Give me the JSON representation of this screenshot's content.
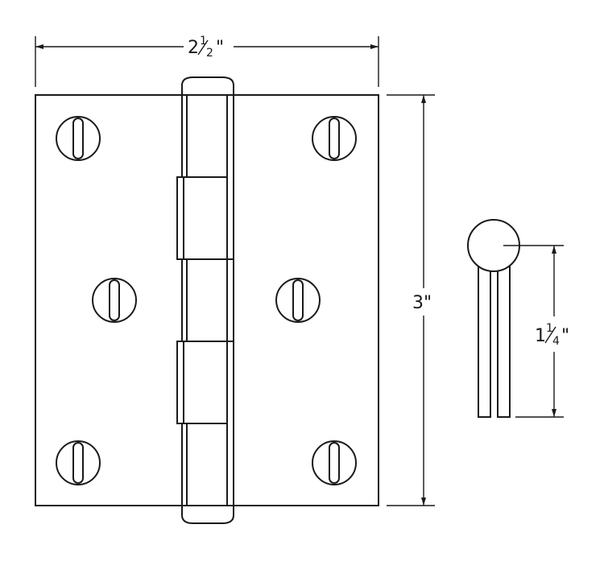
{
  "dimensions": {
    "width": {
      "whole": "2",
      "num": "1",
      "den": "2",
      "unit": "\""
    },
    "height": {
      "whole": "3",
      "unit": "\""
    },
    "depth": {
      "whole": "1",
      "num": "1",
      "den": "4",
      "unit": "\""
    }
  },
  "colors": {
    "line": "#1a1a1a",
    "background": "#ffffff"
  }
}
